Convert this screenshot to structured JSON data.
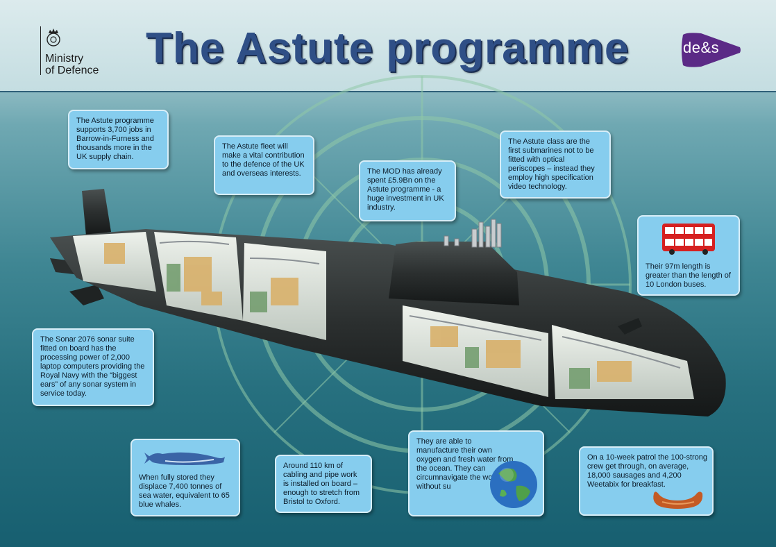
{
  "header": {
    "title": "The Astute programme",
    "logo_left_text": "Ministry\nof Defence",
    "logo_right_text": "de&s"
  },
  "facts": {
    "jobs": "The Astute programme supports 3,700 jobs in Barrow-in-Furness and thousands more in the UK supply chain.",
    "fleet": "The Astute fleet will make a vital contribution to the defence of the UK and overseas interests.",
    "spend": "The MOD has already spent £5.9Bn on the Astute programme - a huge investment in UK industry.",
    "periscopes": "The Astute class are the first submarines not to be fitted with optical periscopes – instead they employ high specification video technology.",
    "buses": "Their 97m length is greater than the length of 10 London buses.",
    "sonar": "The Sonar 2076 sonar suite fitted on board has the processing power of 2,000 laptop computers providing the Royal Navy with the “biggest ears” of any sonar system in service today.",
    "whales": "When fully stored they displace 7,400 tonnes of sea water, equivalent to 65 blue whales.",
    "cabling": "Around 110 km of cabling and pipe work is installed on board – enough to stretch from Bristol to Oxford.",
    "oxygen": "They are able to manufacture their own oxygen and fresh water from the ocean. They can circumnavigate the world without su",
    "patrol": "On a 10-week patrol the 100-strong crew get through, on average, 18,000 sausages and 4,200 Weetabix for breakfast."
  },
  "icons": {
    "left_logo": "crown-crest-icon",
    "right_logo": "des-flag-icon",
    "bus": "london-bus-icon",
    "whale": "blue-whale-icon",
    "globe": "globe-icon",
    "sausage": "sausage-icon"
  },
  "colors": {
    "title": "#2f4f86",
    "callout_fill": "#86cdee",
    "des_purple": "#5b2a86",
    "hull": "#2b2f2f",
    "sea_dark": "#175f70"
  }
}
